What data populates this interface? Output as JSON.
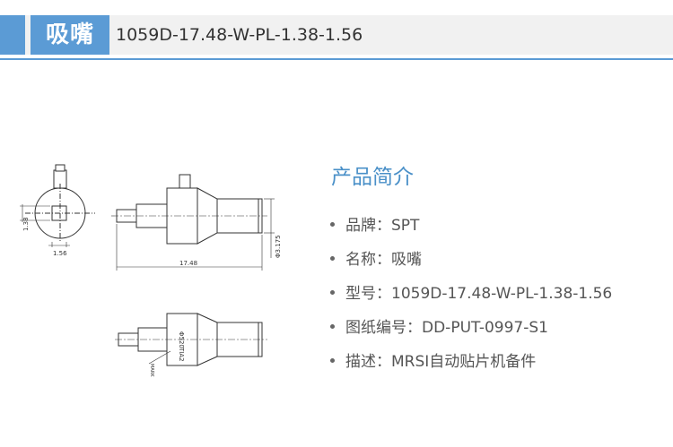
{
  "header": {
    "title": "吸嘴",
    "model": "1059D-17.48-W-PL-1.38-1.56",
    "accent_color": "#5b9bd5",
    "bar_color": "#f1f1f1"
  },
  "drawing": {
    "dim_small_vertical": "1.38",
    "dim_small_horizontal": "1.56",
    "dim_length": "17.48",
    "dim_diameter": "Φ3.175",
    "marking_side": "Φ520",
    "marking_code": "TIA2",
    "mark_label": "MARK"
  },
  "intro": {
    "title": "产品简介",
    "title_color": "#4a90c8"
  },
  "specs": [
    {
      "label": "品牌：",
      "value": "SPT"
    },
    {
      "label": "名称：",
      "value": "吸嘴"
    },
    {
      "label": "型号：",
      "value": "1059D-17.48-W-PL-1.38-1.56"
    },
    {
      "label": "图纸编号：",
      "value": "DD-PUT-0997-S1"
    },
    {
      "label": "描述：",
      "value": "MRSI自动贴片机备件"
    }
  ]
}
